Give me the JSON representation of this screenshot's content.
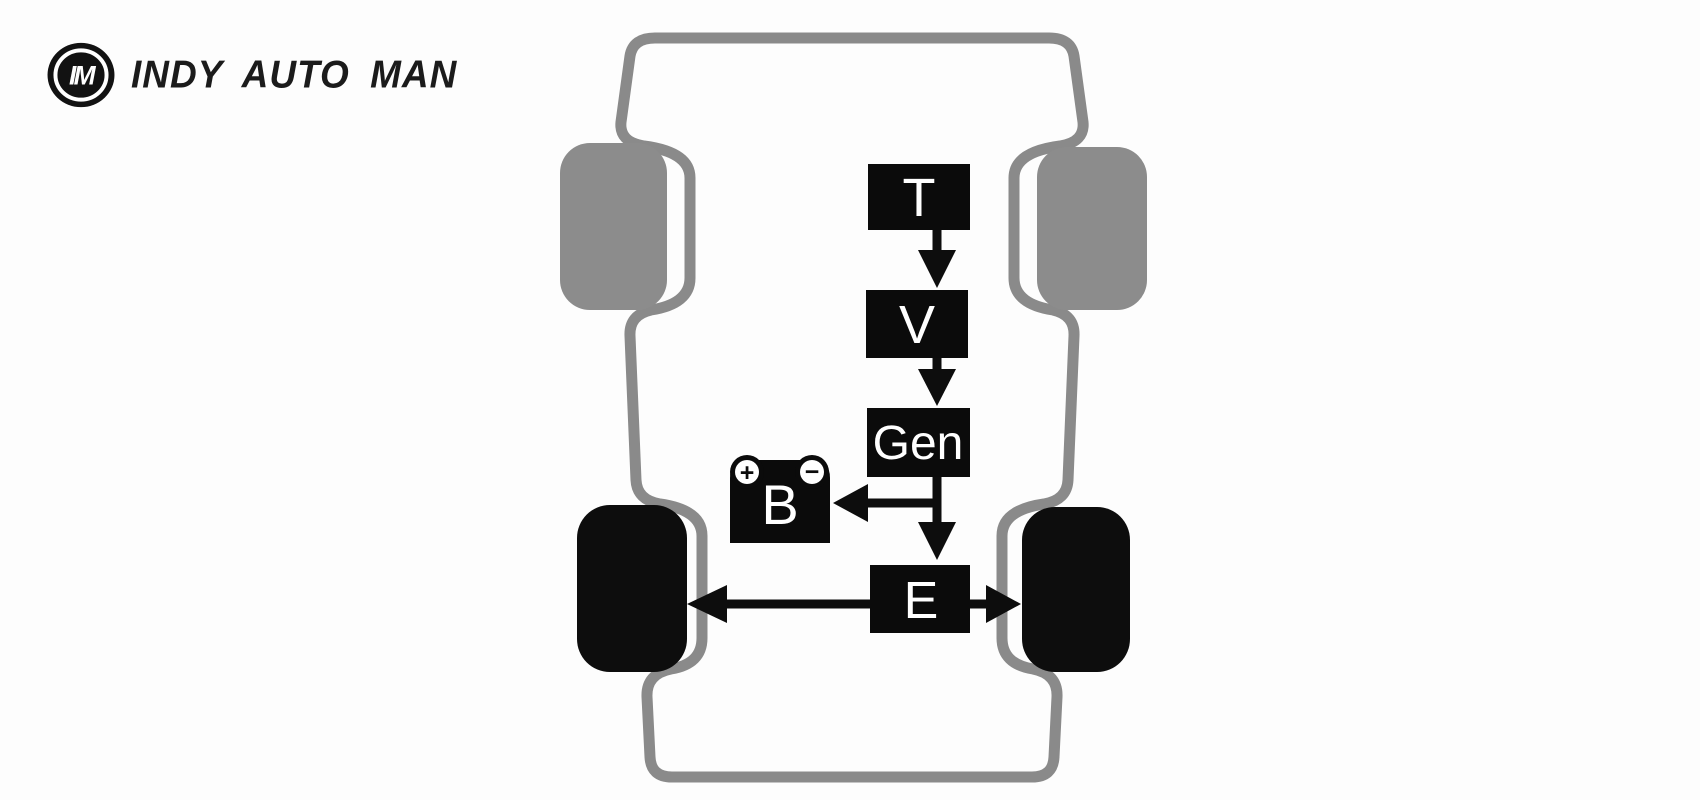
{
  "logo": {
    "monogram": "IM",
    "wordmark": "INDY AUTO MAN"
  },
  "diagram": {
    "type": "flow",
    "nodes": {
      "t": {
        "label": "T"
      },
      "v": {
        "label": "V"
      },
      "gen": {
        "label": "Gen"
      },
      "b": {
        "label": "B",
        "plus": "+",
        "minus": "−"
      },
      "e": {
        "label": "E"
      }
    },
    "edges": [
      {
        "from": "T",
        "to": "V"
      },
      {
        "from": "V",
        "to": "Gen"
      },
      {
        "from": "Gen",
        "to": "B"
      },
      {
        "from": "Gen",
        "to": "E"
      },
      {
        "from": "E",
        "to": "rear-left-wheel"
      },
      {
        "from": "E",
        "to": "rear-right-wheel"
      }
    ],
    "wheels": {
      "front_left": "gray",
      "front_right": "gray",
      "rear_left": "black",
      "rear_right": "black"
    }
  },
  "colors": {
    "background": "#fdfdfd",
    "body_outline_gray": "#8a8a8a",
    "wheel_gray": "#8c8c8c",
    "node_black": "#0b0b0b",
    "arrow_black": "#0d0d0d",
    "label_white": "#ffffff",
    "logo_black": "#1b1b1b"
  }
}
